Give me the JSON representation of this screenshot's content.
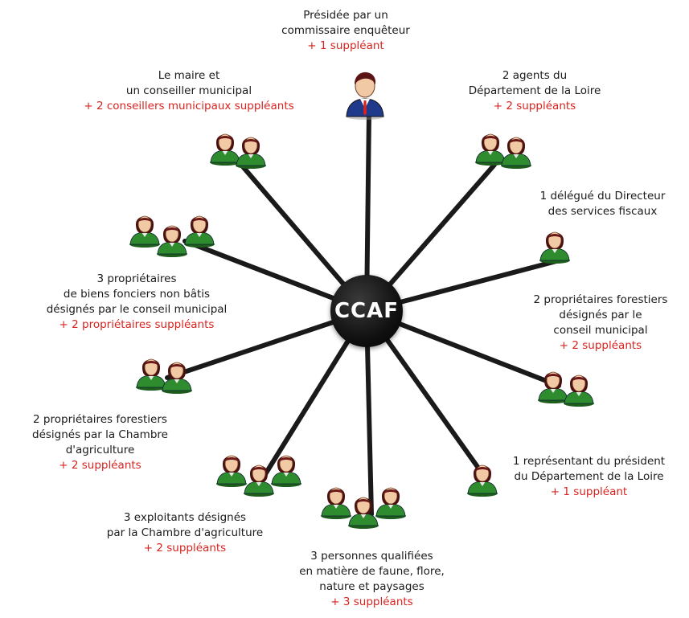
{
  "hub": {
    "label": "CCAF"
  },
  "colors": {
    "line": "#1a1a1a",
    "highlight": "#d8231f",
    "member_shirt": "#2e8b2e",
    "president_suit": "#1f3a8a"
  },
  "groups": [
    {
      "id": "president",
      "main": "Présidée par un\ncommissaire enquêteur",
      "sub": "+ 1 suppléant",
      "icon": "president-icon"
    },
    {
      "id": "maire",
      "main": "Le maire et\nun conseiller municipal",
      "sub": "+ 2 conseillers municipaux suppléants",
      "icon": "person-icon"
    },
    {
      "id": "agents-loire",
      "main": "2 agents du\nDépartement de la Loire",
      "sub": "+ 2 suppléants",
      "icon": "person-icon"
    },
    {
      "id": "fiscaux",
      "main": "1 délégué du Directeur\ndes services fiscaux",
      "sub": "",
      "icon": "person-icon"
    },
    {
      "id": "non-batis",
      "main": "3 propriétaires\nde biens fonciers non bâtis\ndésignés par le conseil municipal",
      "sub": "+ 2 propriétaires suppléants",
      "icon": "person-icon"
    },
    {
      "id": "forestiers-cm",
      "main": "2 propriétaires forestiers\ndésignés par le\nconseil municipal",
      "sub": "+ 2 suppléants",
      "icon": "person-icon"
    },
    {
      "id": "forestiers-ca",
      "main": "2 propriétaires forestiers\ndésignés par la Chambre\nd'agriculture",
      "sub": "+ 2 suppléants",
      "icon": "person-icon"
    },
    {
      "id": "representant",
      "main": "1 représentant du président\ndu Département de la Loire",
      "sub": "+ 1 suppléant",
      "icon": "person-icon"
    },
    {
      "id": "exploitants",
      "main": "3 exploitants désignés\npar la Chambre d'agriculture",
      "sub": "+ 2 suppléants",
      "icon": "person-icon"
    },
    {
      "id": "qualifiees",
      "main": "3 personnes qualifiées\nen matière de faune, flore,\nnature et paysages",
      "sub": "+ 3 suppléants",
      "icon": "person-icon"
    }
  ]
}
